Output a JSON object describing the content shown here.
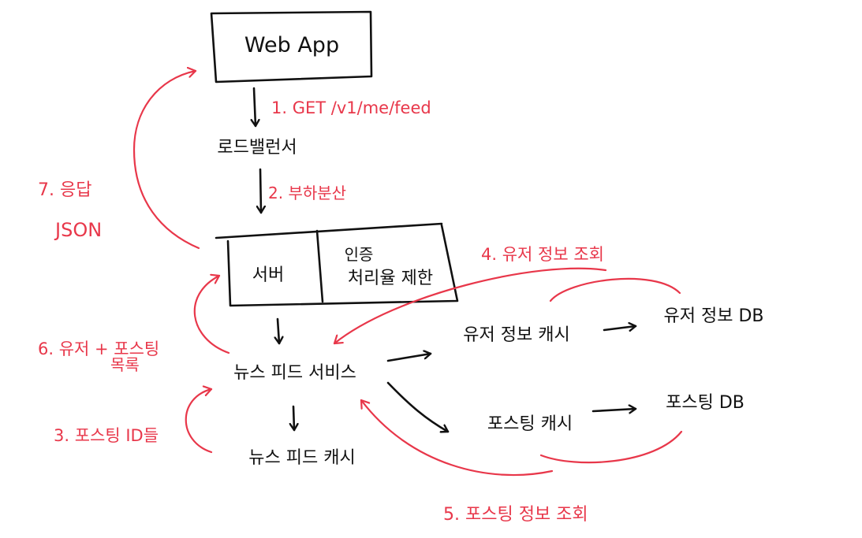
{
  "nodes": {
    "web_app": "Web App",
    "load_balancer": "로드밸런서",
    "server": "서버",
    "auth_line1": "인증",
    "auth_line2": "처리율 제한",
    "news_feed_service": "뉴스 피드 서비스",
    "news_feed_cache": "뉴스 피드 캐시",
    "user_info_cache": "유저 정보 캐시",
    "user_info_db": "유저 정보 DB",
    "post_cache": "포스팅 캐시",
    "post_db": "포스팅 DB"
  },
  "steps": {
    "step1": "1. GET /v1/me/feed",
    "step2": "2. 부하분산",
    "step3": "3. 포스팅 ID들",
    "step4": "4. 유저 정보 조회",
    "step5": "5. 포스팅 정보 조회",
    "step6_line1": "6. 유저 + 포스팅",
    "step6_line2": "목록",
    "step7_line1": "7. 응답",
    "step7_line2": "JSON"
  },
  "colors": {
    "ink": "#111111",
    "annotation": "#e8374a",
    "background": "#ffffff"
  }
}
